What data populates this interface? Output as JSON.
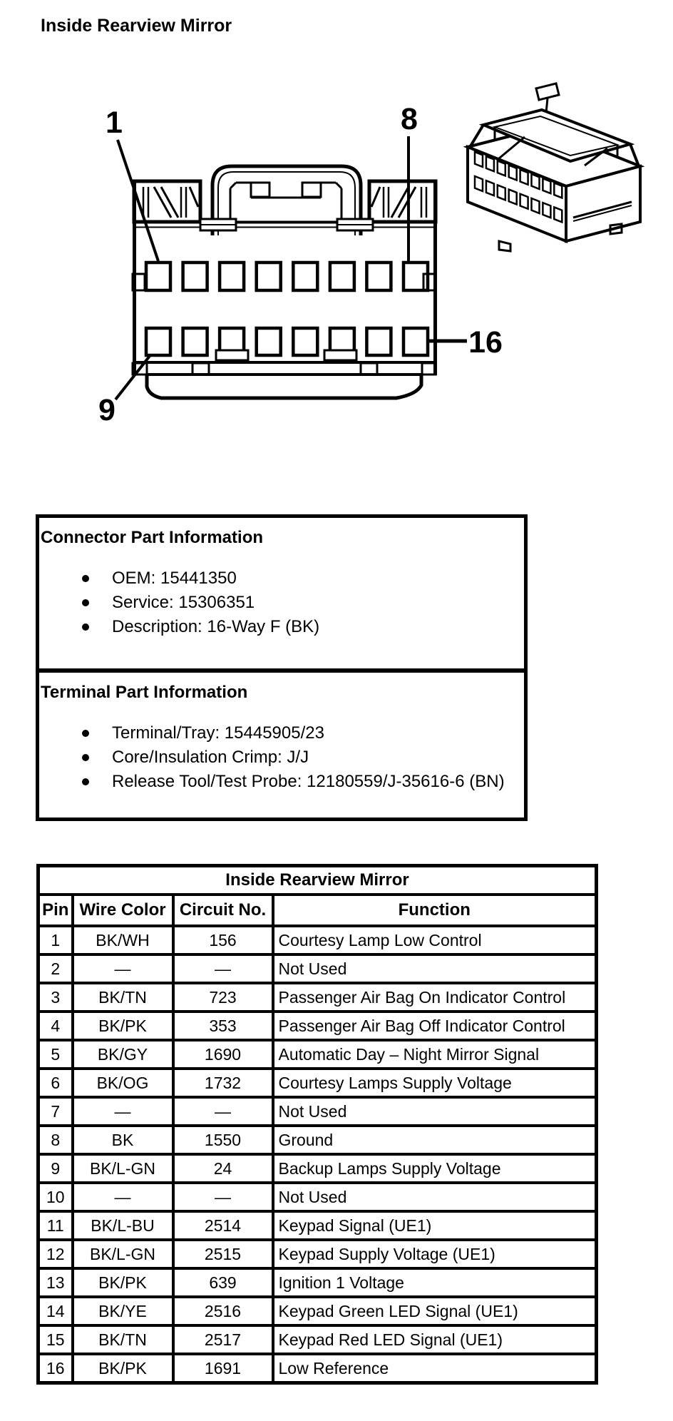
{
  "page_title": "Inside Rearview Mirror",
  "diagram": {
    "callouts": {
      "pin1": "1",
      "pin8": "8",
      "pin9": "9",
      "pin16": "16"
    }
  },
  "connector_part_information": {
    "heading": "Connector Part Information",
    "items": [
      "OEM: 15441350",
      "Service: 15306351",
      "Description: 16-Way F (BK)"
    ]
  },
  "terminal_part_information": {
    "heading": "Terminal Part Information",
    "items": [
      "Terminal/Tray: 15445905/23",
      "Core/Insulation Crimp: J/J",
      "Release Tool/Test Probe: 12180559/J-35616-6 (BN)"
    ]
  },
  "pinout_table": {
    "title": "Inside Rearview Mirror",
    "columns": [
      "Pin",
      "Wire Color",
      "Circuit No.",
      "Function"
    ],
    "rows": [
      [
        "1",
        "BK/WH",
        "156",
        "Courtesy Lamp Low Control"
      ],
      [
        "2",
        "—",
        "—",
        "Not Used"
      ],
      [
        "3",
        "BK/TN",
        "723",
        "Passenger Air Bag On Indicator Control"
      ],
      [
        "4",
        "BK/PK",
        "353",
        "Passenger Air Bag Off Indicator Control"
      ],
      [
        "5",
        "BK/GY",
        "1690",
        "Automatic Day – Night Mirror Signal"
      ],
      [
        "6",
        "BK/OG",
        "1732",
        "Courtesy Lamps Supply Voltage"
      ],
      [
        "7",
        "—",
        "—",
        "Not Used"
      ],
      [
        "8",
        "BK",
        "1550",
        "Ground"
      ],
      [
        "9",
        "BK/L-GN",
        "24",
        "Backup Lamps Supply Voltage"
      ],
      [
        "10",
        "—",
        "—",
        "Not Used"
      ],
      [
        "11",
        "BK/L-BU",
        "2514",
        "Keypad Signal (UE1)"
      ],
      [
        "12",
        "BK/L-GN",
        "2515",
        "Keypad Supply Voltage (UE1)"
      ],
      [
        "13",
        "BK/PK",
        "639",
        "Ignition 1 Voltage"
      ],
      [
        "14",
        "BK/YE",
        "2516",
        "Keypad Green LED Signal (UE1)"
      ],
      [
        "15",
        "BK/TN",
        "2517",
        "Keypad Red LED Signal (UE1)"
      ],
      [
        "16",
        "BK/PK",
        "1691",
        "Low Reference"
      ]
    ]
  },
  "colors": {
    "ink": "#000000",
    "paper": "#ffffff"
  }
}
